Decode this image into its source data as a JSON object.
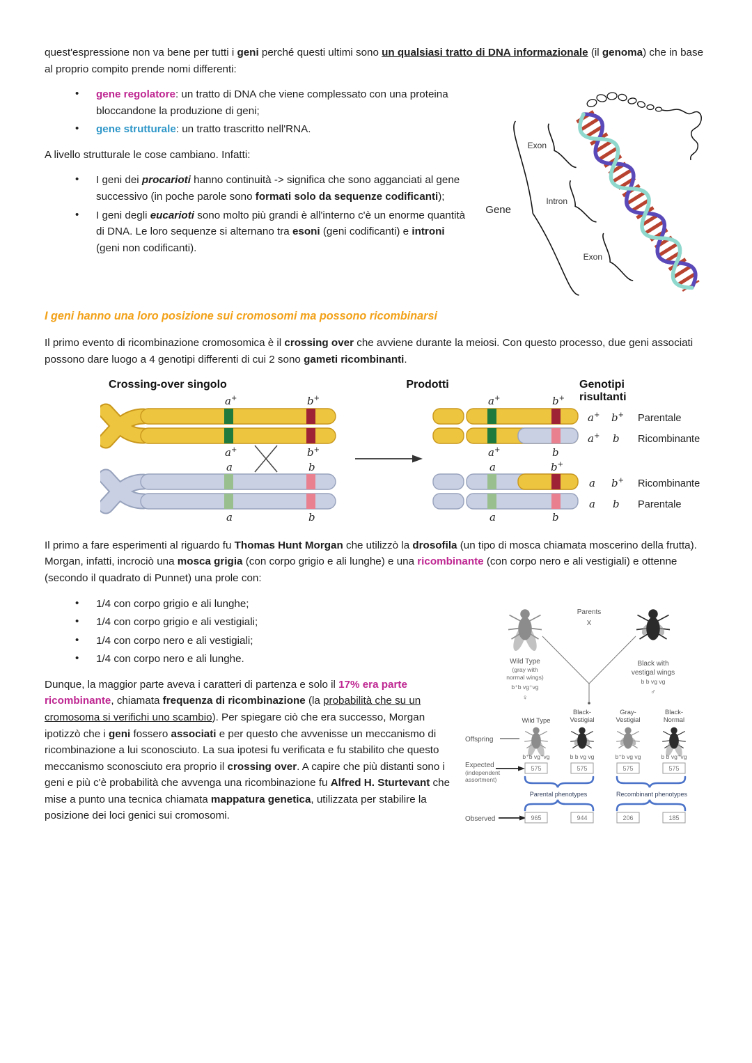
{
  "colors": {
    "magenta": "#BE2691",
    "blue": "#2D96C8",
    "orange": "#F2A118",
    "chrom_yellow": "#EDC53F",
    "chrom_yellow_edge": "#C9971B",
    "chrom_blue": "#C9D0E4",
    "chrom_blue_edge": "#97A2BC",
    "band_green": "#1F7A3D",
    "band_red": "#9E2335",
    "band_lgreen": "#9ABF8F",
    "band_pink": "#E8808F",
    "brace_blue": "#4A72C8"
  },
  "p1": {
    "r1": "quest'espressione non va bene per tutti i ",
    "r2": "geni",
    "r3": " perché questi ultimi sono ",
    "r4": "un qualsiasi tratto di DNA informazionale",
    "r5": " (il ",
    "r6": "genoma",
    "r7": ") che in base al proprio compito prende nomi differenti:"
  },
  "li1": {
    "a": "gene regolatore",
    "b": ": un tratto di DNA che viene complessato con una proteina bloccandone la produzione di geni;"
  },
  "li2": {
    "a": "gene strutturale",
    "b": ": un tratto trascritto nell'RNA."
  },
  "p2": "A livello strutturale le cose cambiano. Infatti:",
  "li3": {
    "r1": "I geni dei ",
    "r2": "procarioti",
    "r3": " hanno continuità -> significa che sono agganciati al gene successivo (in poche parole sono ",
    "r4": "formati solo da sequenze codificanti",
    "r5": ");"
  },
  "li4": {
    "r1": "I geni degli ",
    "r2": "eucarioti",
    "r3": " sono molto più grandi è all'interno c'è un enorme quantità di DNA. Le loro sequenze si alternano tra ",
    "r4": "esoni",
    "r5": " (geni codificanti) e ",
    "r6": "introni",
    "r7": " (geni non codificanti)."
  },
  "dna": {
    "gene": "Gene",
    "exon_top": "Exon",
    "intron": "Intron",
    "exon_bottom": "Exon"
  },
  "h1": "I geni hanno una loro posizione sui cromosomi ma possono ricombinarsi",
  "p3": {
    "r1": "Il primo evento di ricombinazione cromosomica è il ",
    "r2": "crossing over",
    "r3": " che avviene durante la meiosi. Con questo processo, due geni associati possono dare luogo a 4 genotipi differenti di cui 2 sono ",
    "r4": "gameti ricombinanti",
    "r5": "."
  },
  "fig1": {
    "title": "Crossing-over singolo",
    "products": "Prodotti",
    "results1": "Genotipi",
    "results2": "risultanti",
    "a": "a",
    "b": "b",
    "plus": "+",
    "rows": [
      {
        "l": "Parentale"
      },
      {
        "l": "Ricombinante"
      },
      {
        "l": "Ricombinante"
      },
      {
        "l": "Parentale"
      }
    ]
  },
  "p4": {
    "r1": "Il primo a fare esperimenti al riguardo fu ",
    "r2": "Thomas Hunt Morgan",
    "r3": " che utilizzò la ",
    "r4": "drosofila",
    "r5": " (un tipo di mosca chiamata moscerino della frutta). Morgan, infatti, incrociò una ",
    "r6": "mosca grigia",
    "r7": " (con corpo grigio e ali lunghe) e una ",
    "r8": "ricombinante",
    "r9": " (con corpo nero e ali vestigiali) e ottenne (secondo il quadrato di Punnet) una prole con:"
  },
  "li5": "1/4 con corpo grigio e ali lunghe;",
  "li6": "1/4 con corpo grigio e ali vestigiali;",
  "li7": "1/4 con corpo nero e ali vestigiali;",
  "li8": "1/4 con corpo nero e ali lunghe.",
  "p5": {
    "r1": "Dunque, la maggior parte aveva i caratteri di partenza e solo il ",
    "r2": "17% era parte ricombinante",
    "r3": ", chiamata ",
    "r4": "frequenza di ricombinazione",
    "r5": " (la ",
    "r6": "probabilità che su un cromosoma si verifichi uno scambio",
    "r7": "). Per spiegare ciò che era successo, Morgan ipotizzò che i ",
    "r8": "geni",
    "r9": " fossero ",
    "r10": "associati",
    "r11": " e per questo che avvenisse un meccanismo di ricombinazione a lui sconosciuto. La sua ipotesi fu verificata e fu stabilito che questo meccanismo sconosciuto era proprio il ",
    "r12": "crossing over",
    "r13": ". A capire che più distanti sono i geni e più c'è probabilità che avvenga una ricombinazione fu ",
    "r14": "Alfred H. Sturtevant",
    "r15": " che mise a punto una tecnica chiamata ",
    "r16": "mappatura genetica",
    "r17": ", utilizzata per stabilire la posizione dei loci genici sui cromosomi."
  },
  "fig2": {
    "parents": "Parents",
    "cross": "X",
    "p_left": {
      "n": "Wild Type",
      "s1": "(gray with",
      "s2": "normal wings)",
      "g": "b⁺b vg⁺vg",
      "sex": "♀"
    },
    "p_right": {
      "n": "Black with",
      "s2": "vestigal wings",
      "g": "b b vg vg",
      "sex": "♂"
    },
    "offspring_label": "Offspring",
    "cols": [
      {
        "n1": "Wild Type",
        "n2": "",
        "g": "b⁺b vg⁺vg"
      },
      {
        "n1": "Black-",
        "n2": "Vestigial",
        "g": "b b vg vg"
      },
      {
        "n1": "Gray-",
        "n2": "Vestigial",
        "g": "b⁺b vg vg"
      },
      {
        "n1": "Black-",
        "n2": "Normal",
        "g": "b b vg⁺vg"
      }
    ],
    "expected1": "Expected",
    "expected2": "(independent",
    "expected3": "assortment)",
    "expected": [
      "575",
      "575",
      "575",
      "575"
    ],
    "parental": "Parental phenotypes",
    "recombinant": "Recombinant phenotypes",
    "observed_label": "Observed",
    "observed": [
      "965",
      "944",
      "206",
      "185"
    ]
  }
}
